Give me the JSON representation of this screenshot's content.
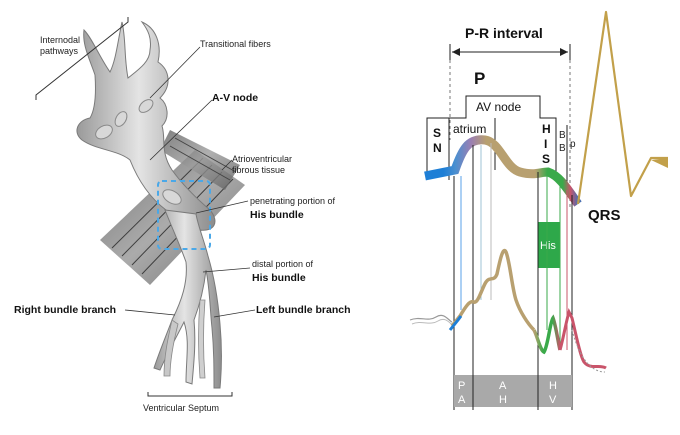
{
  "left_diagram": {
    "labels": {
      "internodal_line1": "Internodal",
      "internodal_line2": "pathways",
      "transitional_fibers": "Transitional fibers",
      "av_node": "A-V node",
      "av_fibrous_line1": "Atrioventricular",
      "av_fibrous_line2": "fibrous tissue",
      "penetrating_line1": "penetrating portion of",
      "penetrating_line2": "His bundle",
      "distal_line1": "distal portion of",
      "distal_line2": "His bundle",
      "right_bundle_branch": "Right bundle branch",
      "left_bundle_branch": "Left bundle branch",
      "ventricular_septum": "Ventricular Septum"
    }
  },
  "right_diagram": {
    "pr_interval": "P-R interval",
    "p_wave": "P",
    "av_node": "AV node",
    "sn_s": "S",
    "sn_n": "N",
    "atrium": "atrium",
    "his_h": "H",
    "his_i": "I",
    "his_s": "S",
    "bb_1": "B",
    "bb_2": "B",
    "p_small": "p",
    "qrs": "QRS",
    "his_box": "His",
    "intervals": {
      "pa_top": "P",
      "pa_bottom": "A",
      "ah_top": "A",
      "ah_bottom": "H",
      "hv_top": "H",
      "hv_bottom": "V"
    },
    "colors": {
      "sinus_blue": "#1e7fd6",
      "atrium_purple": "#9b7fb3",
      "av_tan": "#b8a070",
      "his_green": "#3aaa4a",
      "bundle_red": "#c9546a",
      "ecg_gold": "#c2a04a",
      "interval_bar": "#a9a9a9"
    }
  }
}
